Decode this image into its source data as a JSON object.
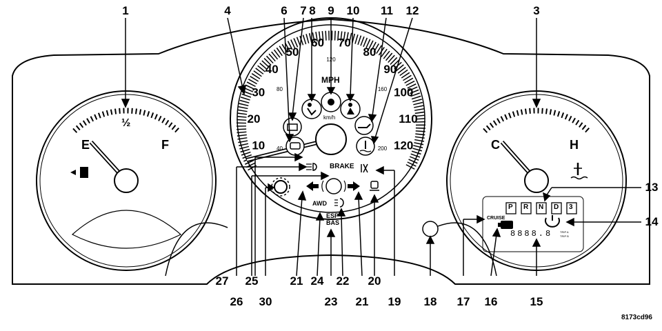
{
  "callouts": {
    "c1": "1",
    "c3": "3",
    "c4": "4",
    "c6": "6",
    "c7": "7",
    "c8": "8",
    "c9": "9",
    "c10": "10",
    "c11": "11",
    "c12": "12",
    "c13": "13",
    "c14": "14",
    "c15": "15",
    "c16": "16",
    "c17": "17",
    "c18": "18",
    "c19": "19",
    "c20": "20",
    "c21a": "21",
    "c21b": "21",
    "c22": "22",
    "c23": "23",
    "c24": "24",
    "c25": "25",
    "c26": "26",
    "c27": "27",
    "c30": "30"
  },
  "fuel_gauge": {
    "empty": "E",
    "half": "½",
    "full": "F"
  },
  "temp_gauge": {
    "cold": "C",
    "hot": "H"
  },
  "speedometer": {
    "mph_ticks": [
      "10",
      "20",
      "30",
      "40",
      "50",
      "60",
      "70",
      "80",
      "90",
      "100",
      "110",
      "120"
    ],
    "mph_label": "MPH",
    "kmh_label": "km/h",
    "kmh_ticks": [
      "40",
      "80",
      "120",
      "160",
      "200"
    ]
  },
  "warnings": {
    "brake": "BRAKE",
    "awd": "AWD",
    "esp": "ESP",
    "bas": "BAS",
    "cruise": "CRUISE",
    "trip_a": "TRIP A",
    "trip_b": "TRIP B"
  },
  "odometer": {
    "digits": "8888.8"
  },
  "prndl": [
    "P",
    "R",
    "N",
    "D",
    "3"
  ],
  "reference_code": "8173cd96"
}
